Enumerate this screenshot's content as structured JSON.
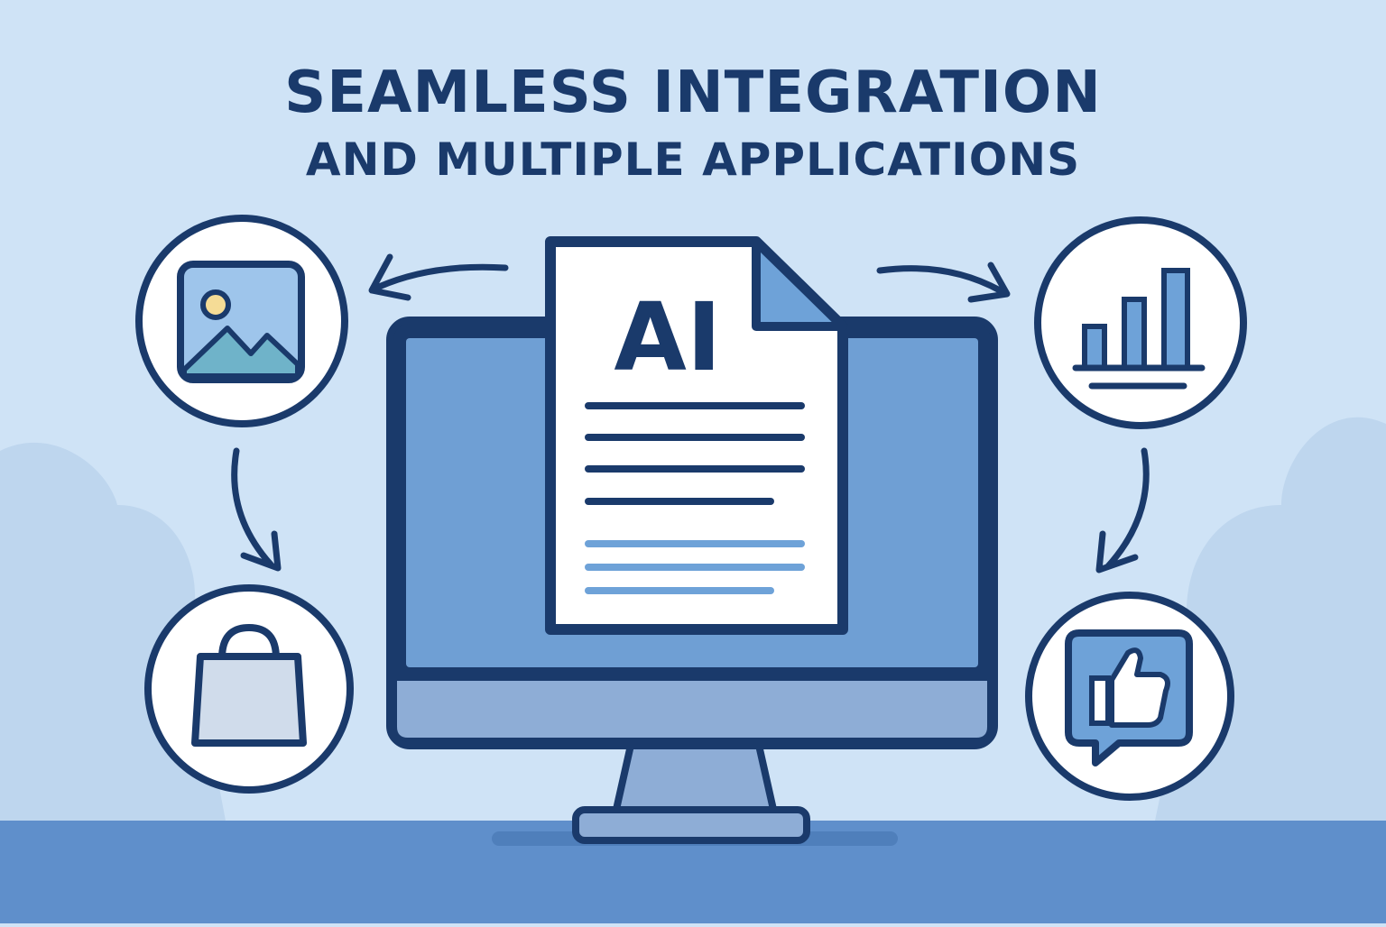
{
  "title": {
    "line1": "SEAMLESS INTEGRATION",
    "line2": "AND MULTIPLE APPLICATIONS"
  },
  "document": {
    "label": "AI"
  },
  "icons": {
    "top_left": "image-icon",
    "bottom_left": "shopping-bag-icon",
    "top_right": "bar-chart-icon",
    "bottom_right": "thumbs-up-message-icon",
    "center": "monitor-icon"
  },
  "colors": {
    "background": "#cfe3f6",
    "navy": "#1a3a6b",
    "screen_blue": "#6f9fd4",
    "desk": "#5f8fcb",
    "accent_light": "#6ea2d8"
  }
}
